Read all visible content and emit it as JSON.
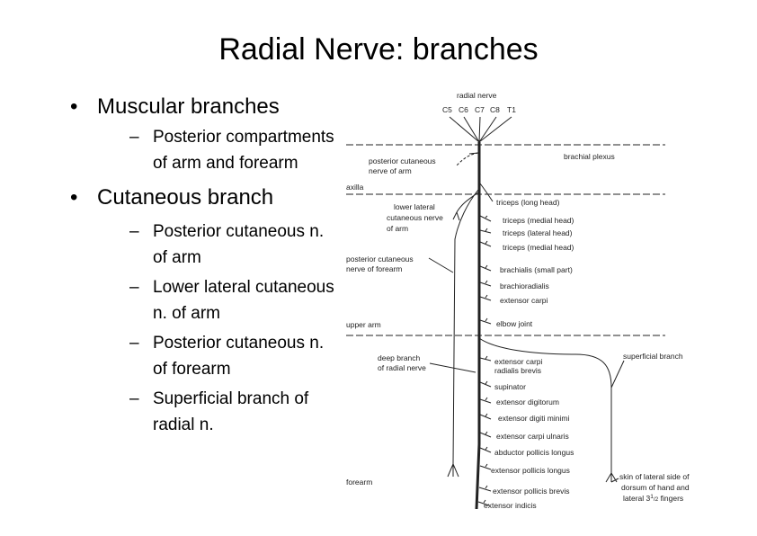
{
  "slide": {
    "title": "Radial Nerve: branches"
  },
  "bullets": [
    {
      "text": "Muscular branches",
      "sub": [
        "Posterior compartments of arm and forearm"
      ]
    },
    {
      "text": "Cutaneous branch",
      "sub": [
        "Posterior cutaneous n. of arm",
        "Lower lateral cutaneous n. of arm",
        "Posterior cutaneous n. of forearm",
        "Superficial branch of radial n."
      ]
    }
  ],
  "diagram": {
    "root_label": "radial nerve",
    "roots": [
      "C5",
      "C6",
      "C7",
      "C8",
      "T1"
    ],
    "regions": {
      "brachial_plexus": "brachial plexus",
      "axilla": "axilla",
      "upper_arm": "upper arm",
      "forearm": "forearm"
    },
    "left_labels": {
      "post_cut_arm_1": "posterior cutaneous",
      "post_cut_arm_2": "nerve of arm",
      "lower_lat_1": "lower lateral",
      "lower_lat_2": "cutaneous nerve",
      "lower_lat_3": "of arm",
      "post_cut_forearm_1": "posterior cutaneous",
      "post_cut_forearm_2": "nerve of forearm",
      "deep_1": "deep branch",
      "deep_2": "of radial nerve"
    },
    "muscle_branches": [
      "triceps (long head)",
      "triceps (medial head)",
      "triceps (lateral head)",
      "triceps (medial head)",
      "brachialis (small part)",
      "brachioradialis",
      "extensor carpi",
      "elbow joint",
      "extensor carpi",
      "radialis brevis",
      "supinator",
      "extensor digitorum",
      "extensor digiti minimi",
      "extensor carpi ulnaris",
      "abductor pollicis longus",
      "extensor pollicis longus",
      "extensor pollicis brevis",
      "extensor indicis"
    ],
    "superficial": {
      "label": "superficial branch",
      "skin_1": "skin of lateral side of",
      "skin_2": "dorsum of hand and",
      "skin_3": "lateral 3",
      "skin_frac_1": "1",
      "skin_frac_2": "/2",
      "skin_4": " fingers"
    }
  }
}
